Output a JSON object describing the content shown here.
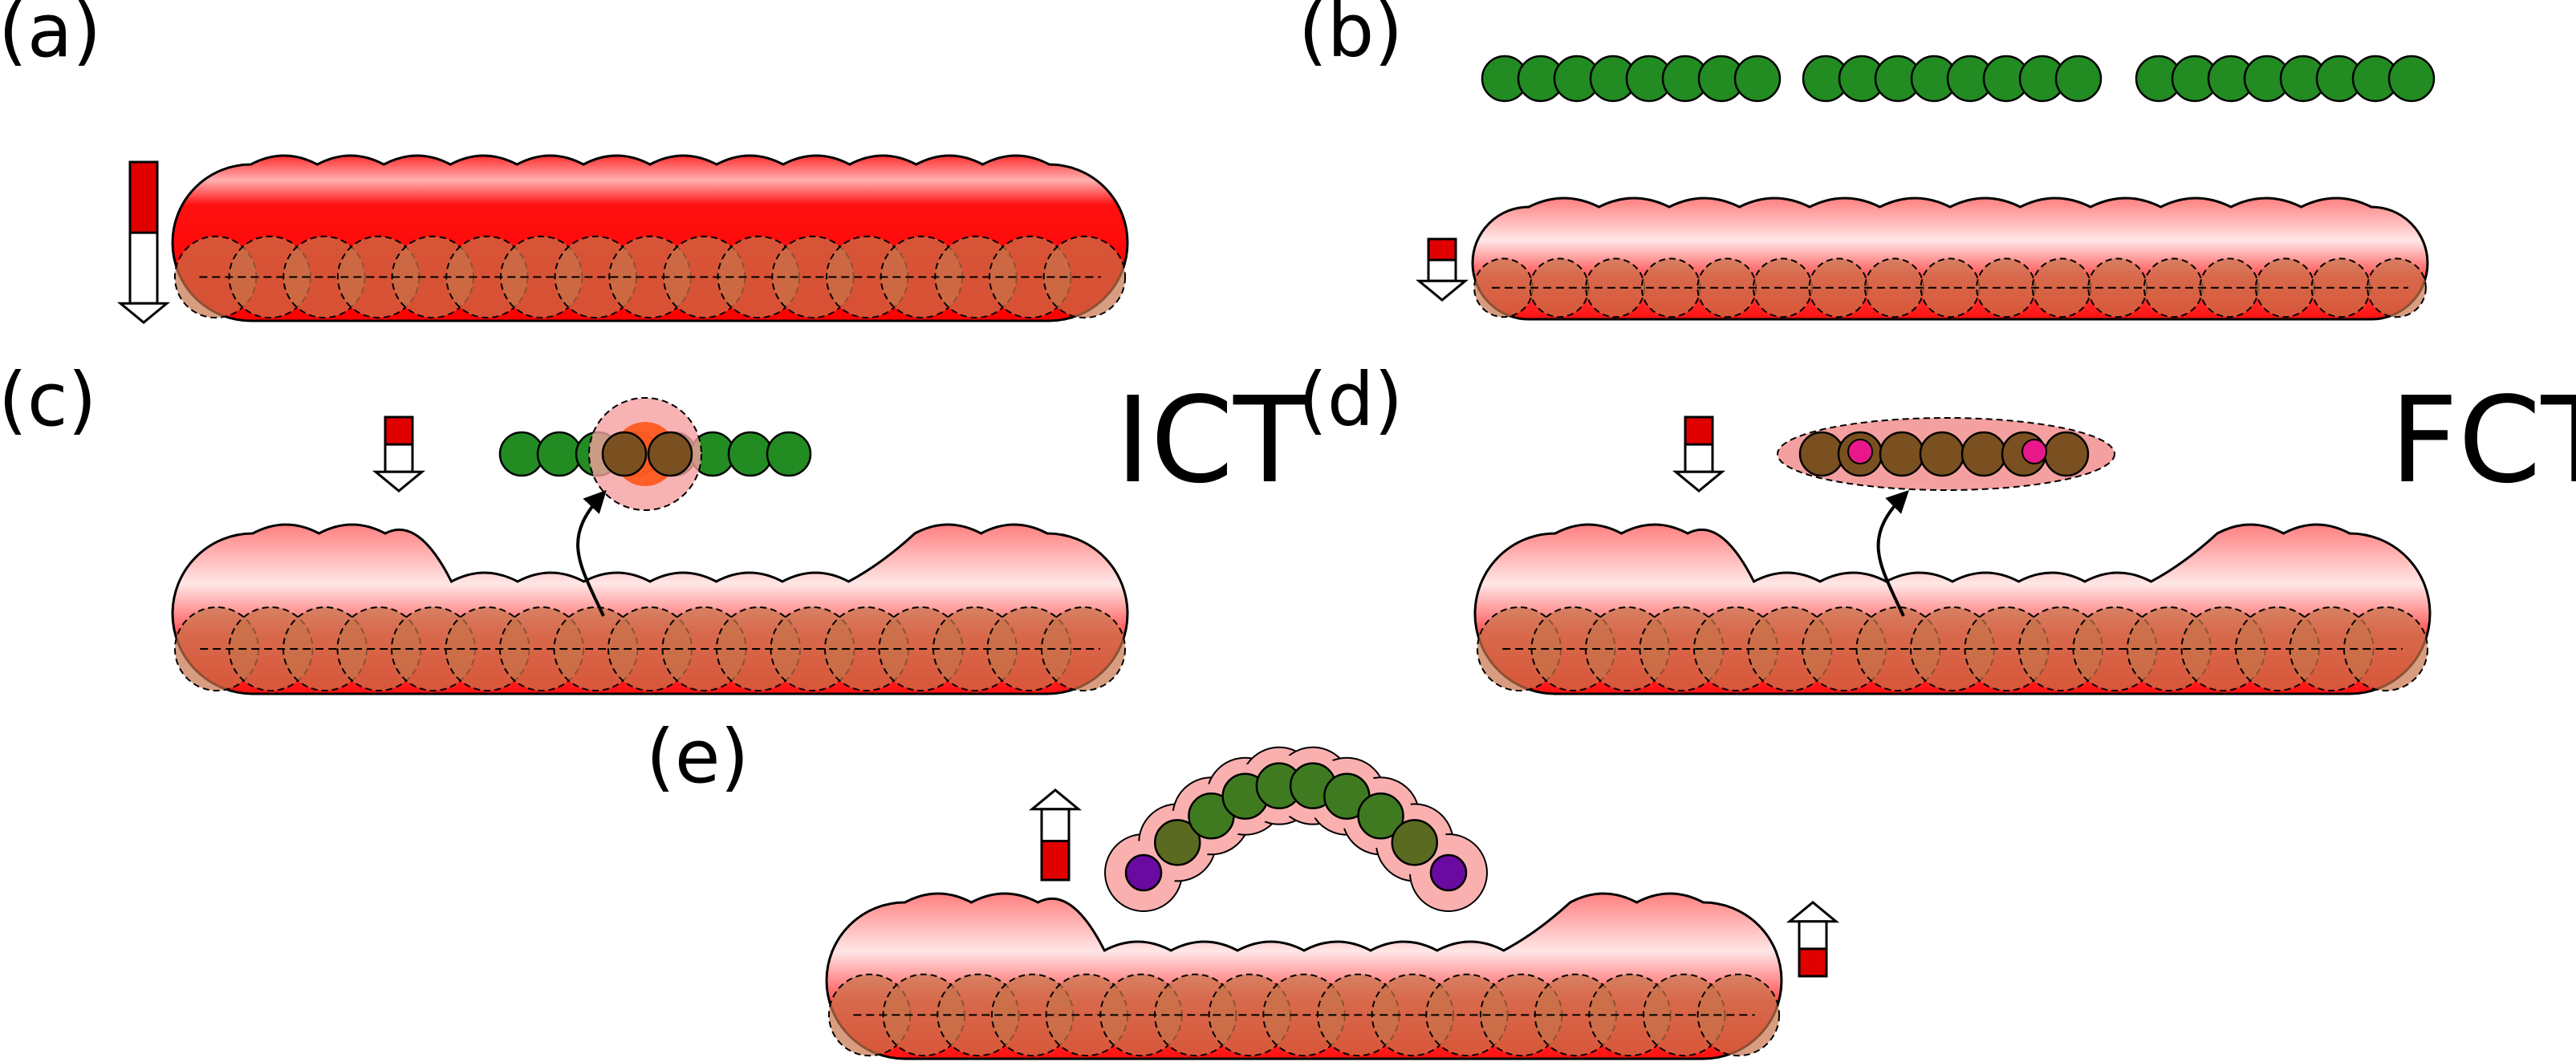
{
  "panels": {
    "a": {
      "label": "(a)"
    },
    "b": {
      "label": "(b)"
    },
    "c": {
      "label": "(c)",
      "side_label": "ICT"
    },
    "d": {
      "label": "(d)",
      "side_label": "FCT"
    },
    "e": {
      "label": "(e)"
    }
  },
  "colors": {
    "band_red": "#ff0a0a",
    "band_light": "#ffe0e0",
    "orbital_fill": "#c8744a",
    "green_bead": "#228b22",
    "olive_bead": "#7a5020",
    "charge_site": "#e8188a",
    "end_site": "#6a0aa0",
    "halo": "#f5a0a0",
    "arrow_red": "#e00000"
  }
}
